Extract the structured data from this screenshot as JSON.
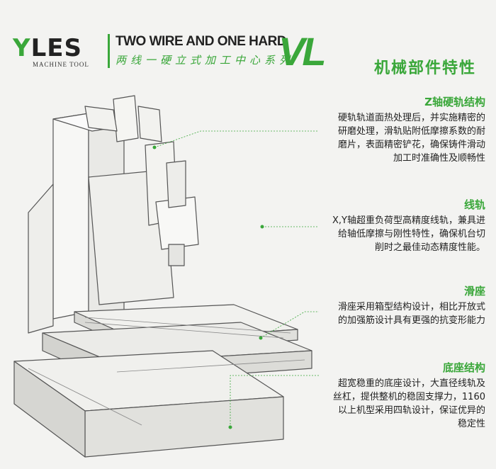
{
  "brand": {
    "logo_prefix": "Y",
    "logo_rest": "LES",
    "logo_subtitle": "MACHINE TOOL",
    "headline_en": "TWO WIRE AND ONE HARD",
    "headline_cn": "两线一硬立式加工中心系列",
    "model_mark": "VL"
  },
  "section_title": "机械部件特性",
  "features": [
    {
      "title": "Z轴硬轨结构",
      "lines": [
        "硬轨轨道面热处理后，并实施精密的",
        "研磨处理，滑轨贴附低摩擦系数的耐",
        "磨片，表面精密铲花，确保铸件滑动",
        "加工时准确性及顺畅性"
      ]
    },
    {
      "title": "线轨",
      "lines": [
        "X,Y轴超重负荷型高精度线轨，兼具进",
        "给轴低摩擦与刚性特性，确保机台切",
        "削时之最佳动态精度性能。"
      ]
    },
    {
      "title": "滑座",
      "lines": [
        "滑座采用箱型结构设计，相比开放式",
        "的加强筋设计具有更强的抗变形能力"
      ]
    },
    {
      "title": "底座结构",
      "lines": [
        "超宽稳重的底座设计，大直径线轨及",
        "丝杠，提供整机的稳固支撑力，1160",
        "以上机型采用四轨设计，保证优异的",
        "稳定性"
      ]
    }
  ],
  "colors": {
    "accent": "#3aa73a",
    "text": "#222222",
    "background": "#f3f3f1"
  }
}
